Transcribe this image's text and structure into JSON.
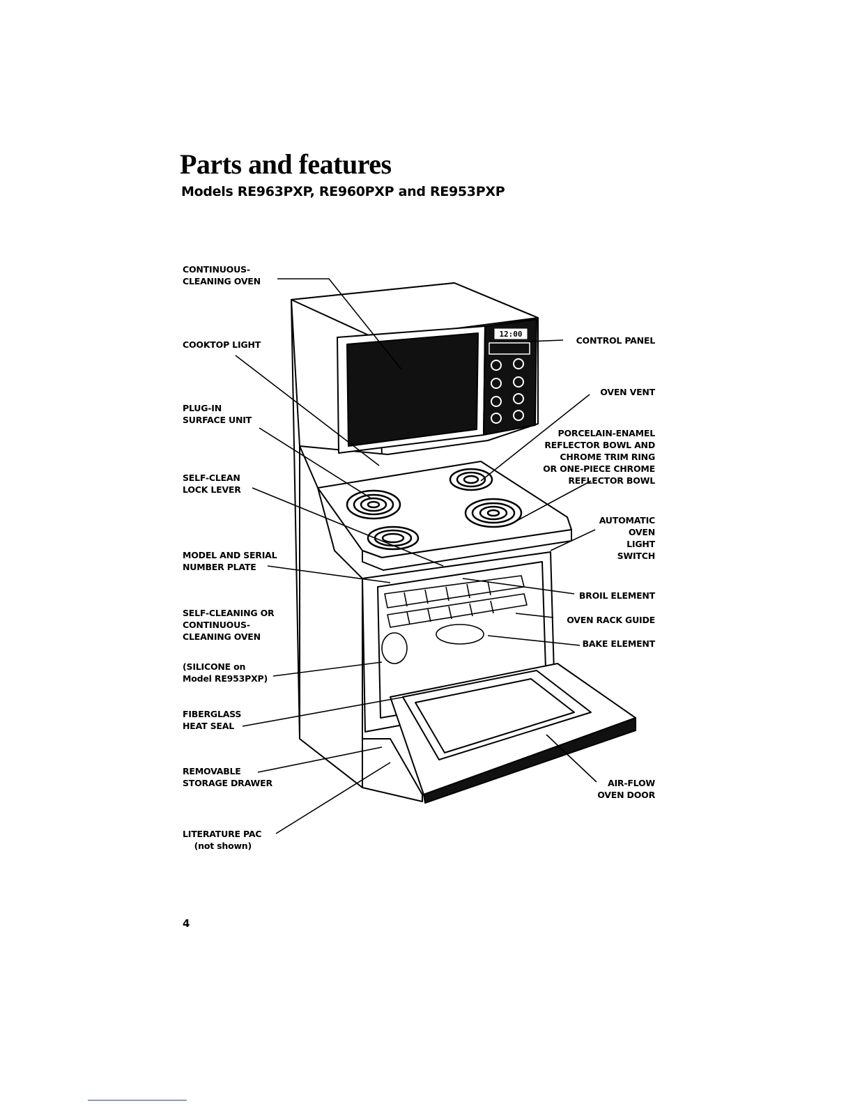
{
  "header": {
    "title": "Parts and features",
    "subtitle": "Models RE963PXP, RE960PXP and RE953PXP"
  },
  "labels": {
    "continuous_cleaning_oven_top": "CONTINUOUS-\nCLEANING OVEN",
    "cooktop_light": "COOKTOP LIGHT",
    "plug_in_surface_unit": "PLUG-IN\nSURFACE UNIT",
    "self_clean_lock_lever": "SELF-CLEAN\nLOCK LEVER",
    "model_serial_plate": "MODEL AND SERIAL\nNUMBER PLATE",
    "self_cleaning_or_continuous": "SELF-CLEANING OR\nCONTINUOUS-\nCLEANING OVEN",
    "silicone_note": "(SILICONE on\nModel RE953PXP)",
    "fiberglass_heat_seal": "FIBERGLASS\nHEAT SEAL",
    "removable_storage_drawer": "REMOVABLE\nSTORAGE DRAWER",
    "literature_pac": "LITERATURE PAC\n    (not shown)",
    "control_panel": "CONTROL PANEL",
    "oven_vent": "OVEN VENT",
    "reflector_bowl": "PORCELAIN-ENAMEL\nREFLECTOR BOWL AND\nCHROME TRIM RING\nOR ONE-PIECE CHROME\nREFLECTOR BOWL",
    "automatic_oven_light_switch": "AUTOMATIC\nOVEN\nLIGHT\nSWITCH",
    "broil_element": "BROIL ELEMENT",
    "oven_rack_guide": "OVEN RACK GUIDE",
    "bake_element": "BAKE ELEMENT",
    "air_flow_oven_door": "AIR-FLOW\nOVEN DOOR"
  },
  "control_panel_display": "12:00",
  "page_number": "4"
}
